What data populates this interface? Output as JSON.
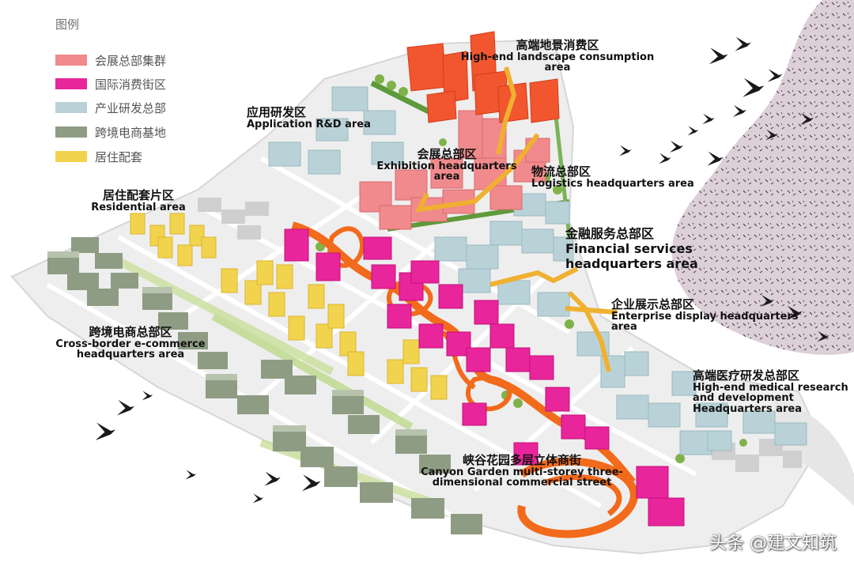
{
  "legend": {
    "title": "图例",
    "items": [
      {
        "label": "会展总部集群",
        "color": "#f08a8c"
      },
      {
        "label": "国际消费街区",
        "color": "#e8259a"
      },
      {
        "label": "产业研发总部",
        "color": "#b9d2d8"
      },
      {
        "label": "跨境电商基地",
        "color": "#8e9c84"
      },
      {
        "label": "居住配套",
        "color": "#f2d34e"
      }
    ]
  },
  "zones": {
    "highend_landscape": {
      "zh": "高端地景消费区",
      "en1": "High-end landscape consumption",
      "en2": "area"
    },
    "app_rd": {
      "zh": "应用研发区",
      "en1": "Application R&D area"
    },
    "exhibition": {
      "zh": "会展总部区",
      "en1": "Exhibition headquarters",
      "en2": "area"
    },
    "logistics": {
      "zh": "物流总部区",
      "en1": "Logistics headquarters area"
    },
    "residential": {
      "zh": "居住配套片区",
      "en1": "Residential area"
    },
    "financial": {
      "zh": "金融服务总部区",
      "en1": "Financial services",
      "en2": "headquarters area"
    },
    "enterprise": {
      "zh": "企业展示总部区",
      "en1": "Enterprise display headquarters",
      "en2": "area"
    },
    "crossborder": {
      "zh": "跨境电商总部区",
      "en1": "Cross-border e-commerce",
      "en2": "headquarters area"
    },
    "medical": {
      "zh": "高端医疗研发总部区",
      "en1": "High-end medical research",
      "en2": "and development",
      "en3": "Headquarters area"
    },
    "canyon": {
      "zh": "峡谷花园多层立体商街",
      "en1": "Canyon Garden multi-storey three-",
      "en2": "dimensional commercial street"
    }
  },
  "watermark": "头条 @建文知筑",
  "colors": {
    "exhibition": "#f08a8c",
    "consumption": "#e8259a",
    "rd": "#b9d2d8",
    "ecommerce": "#8e9c84",
    "residential": "#f2d34e",
    "landscape": "#f2562e",
    "promenade": "#f26a1b",
    "walkway": "#f0b030",
    "greenway": "#5f9a3b",
    "water": "#dccfd8"
  }
}
